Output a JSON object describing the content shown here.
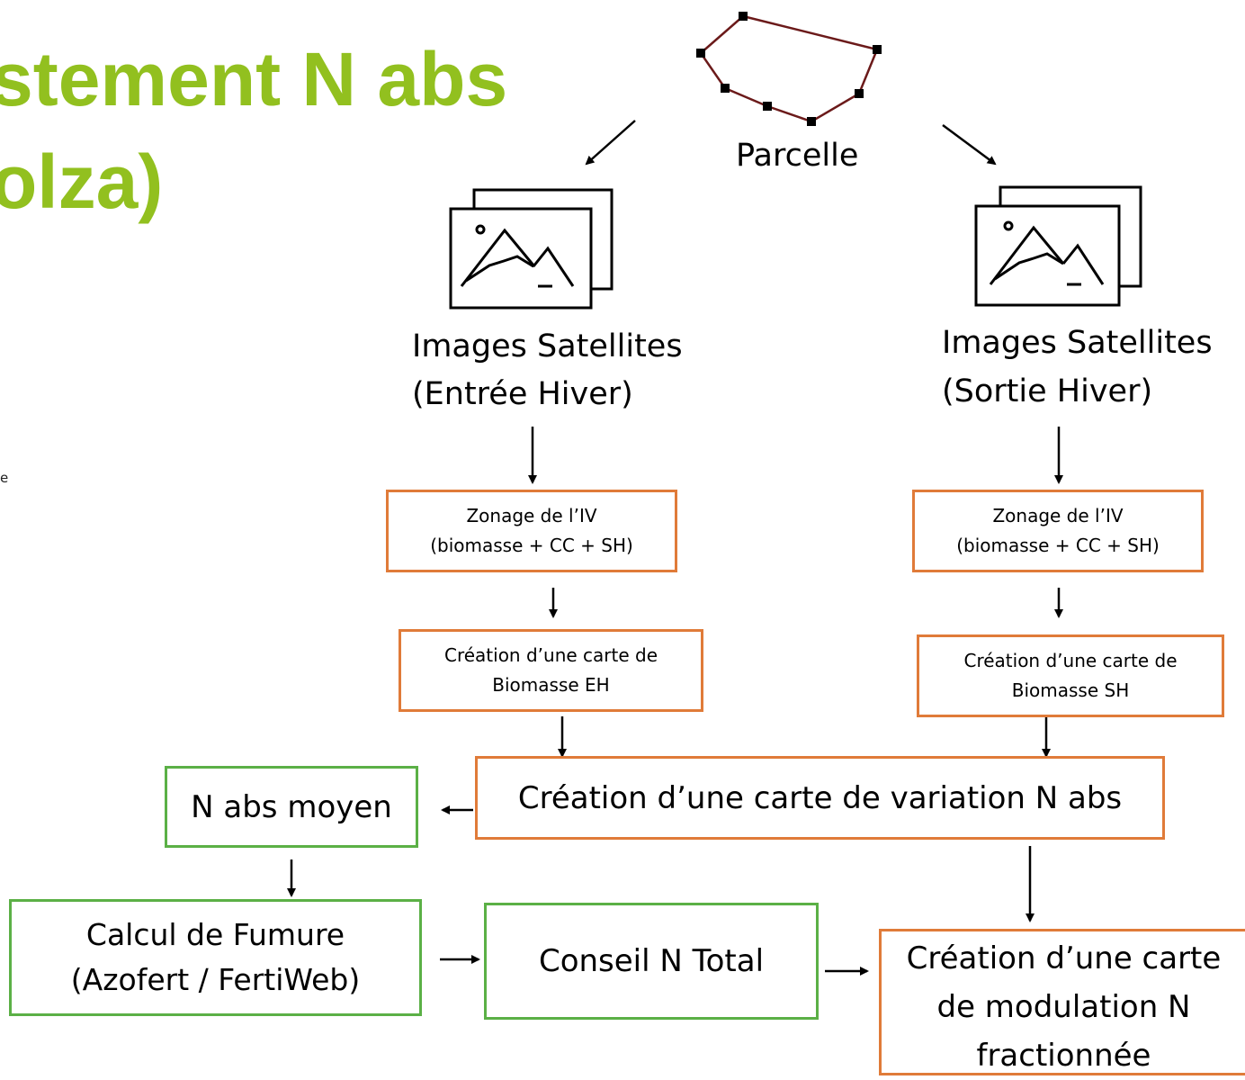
{
  "title": {
    "line1": "stement N abs",
    "line2": "olza)"
  },
  "fragment": "e",
  "parcel": {
    "label": "Parcelle"
  },
  "satellites": {
    "left": {
      "line1": "Images Satellites",
      "line2": "(Entrée Hiver)"
    },
    "right": {
      "line1": "Images Satellites",
      "line2": "(Sortie Hiver)"
    }
  },
  "zonage": {
    "line1": "Zonage de l’IV",
    "line2": "(biomasse + CC + SH)"
  },
  "biomass_eh": {
    "line1": "Création d’une carte de",
    "line2": "Biomasse EH"
  },
  "biomass_sh": {
    "line1": "Création d’une carte de",
    "line2": "Biomasse SH"
  },
  "variation": "Création d’une carte de variation N abs",
  "n_abs_moyen": "N abs moyen",
  "fumure": {
    "line1": "Calcul de Fumure",
    "line2": "(Azofert / FertiWeb)"
  },
  "conseil": "Conseil N Total",
  "modulation": {
    "line1": "Création d’une carte",
    "line2": "de modulation N",
    "line3": "fractionnée"
  },
  "colors": {
    "title": "#92c01f",
    "orange_border": "#e07b39",
    "green_border": "#5bb046",
    "parcel_edge": "#6b1a1a"
  }
}
